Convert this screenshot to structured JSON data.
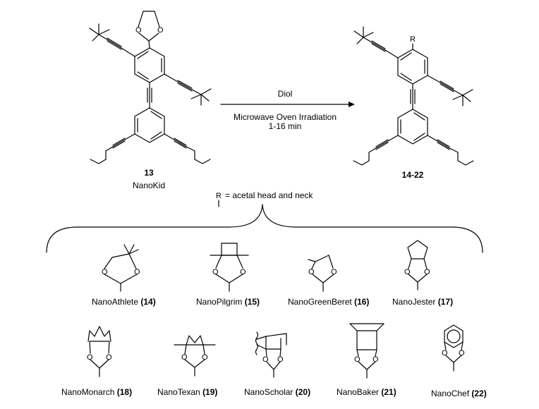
{
  "reaction": {
    "reagent": "Diol",
    "conditions": "Microwave Oven Irradiation",
    "time": "1-16 min",
    "reactant_number": "13",
    "reactant_name": "NanoKid",
    "product_number": "14-22",
    "r_label": "R",
    "r_definition": "= acetal head and neck"
  },
  "atoms": {
    "oxygen": "O",
    "r_group": "R"
  },
  "compounds": [
    {
      "name": "NanoAthlete",
      "number": "(14)"
    },
    {
      "name": "NanoPilgrim",
      "number": "(15)"
    },
    {
      "name": "NanoGreenBeret",
      "number": "(16)"
    },
    {
      "name": "NanoJester",
      "number": "(17)"
    },
    {
      "name": "NanoMonarch",
      "number": "(18)"
    },
    {
      "name": "NanoTexan",
      "number": "(19)"
    },
    {
      "name": "NanoScholar",
      "number": "(20)"
    },
    {
      "name": "NanoBaker",
      "number": "(21)"
    },
    {
      "name": "NanoChef",
      "number": "(22)"
    }
  ]
}
